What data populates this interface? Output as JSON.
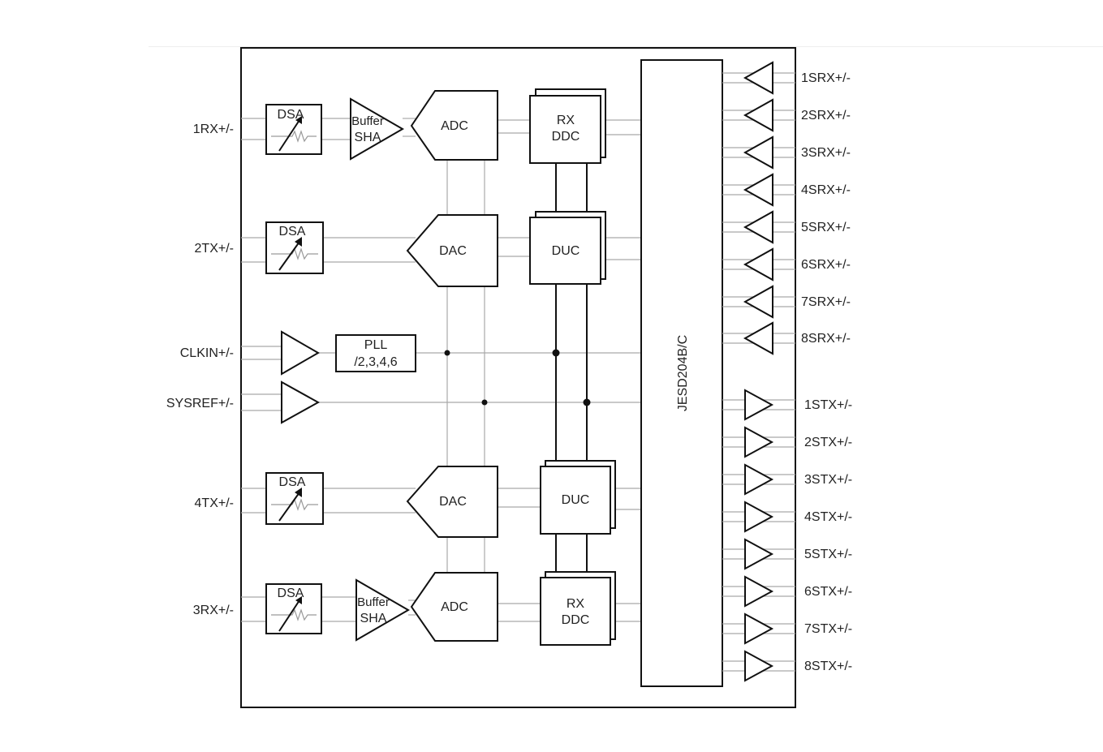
{
  "input_labels": {
    "rx1": "1RX+/-",
    "tx2": "2TX+/-",
    "clkin": "CLKIN+/-",
    "sysref": "SYSREF+/-",
    "tx4": "4TX+/-",
    "rx3": "3RX+/-"
  },
  "blocks": {
    "dsa": "DSA",
    "buffer": "Buffer",
    "sha": "SHA",
    "adc": "ADC",
    "dac": "DAC",
    "rx": "RX",
    "ddc": "DDC",
    "duc": "DUC",
    "pll_line1": "PLL",
    "pll_line2": "/2,3,4,6",
    "jesd": "JESD204B/C"
  },
  "srx_labels": [
    "1SRX+/-",
    "2SRX+/-",
    "3SRX+/-",
    "4SRX+/-",
    "5SRX+/-",
    "6SRX+/-",
    "7SRX+/-",
    "8SRX+/-"
  ],
  "stx_labels": [
    "1STX+/-",
    "2STX+/-",
    "3STX+/-",
    "4STX+/-",
    "5STX+/-",
    "6STX+/-",
    "7STX+/-",
    "8STX+/-"
  ]
}
